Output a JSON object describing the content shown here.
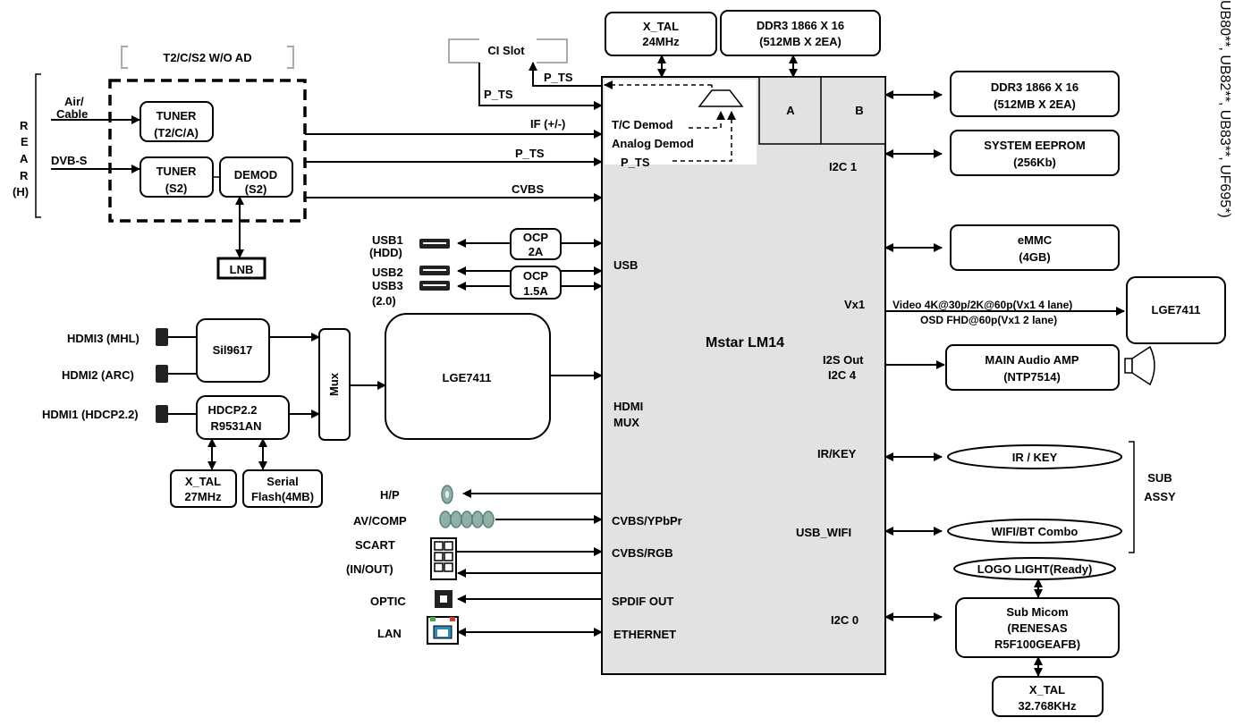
{
  "side_labels": {
    "rear": "REAR",
    "rear_h": "(H)",
    "sub": "SUB",
    "assy": "ASSY"
  },
  "corner_text": "UB80**, UB82**, UB83**, UF695*)",
  "frontend": {
    "group_label": "T2/C/S2 W/O AD",
    "air_cable_1": "Air/",
    "air_cable_2": "Cable",
    "dvbs": "DVB-S",
    "tuner1_1": "TUNER",
    "tuner1_2": "(T2/C/A)",
    "tuner2_1": "TUNER",
    "tuner2_2": "(S2)",
    "demod_1": "DEMOD",
    "demod_2": "(S2)",
    "lnb": "LNB"
  },
  "ci_slot": "CI Slot",
  "signals": {
    "p_ts_top": "P_TS",
    "p_ts_ci": "P_TS",
    "if": "IF (+/-)",
    "p_ts": "P_TS",
    "cvbs": "CVBS"
  },
  "top_blocks": {
    "xtal_1": "X_TAL",
    "xtal_2": "24MHz",
    "ddr_1": "DDR3 1866 X 16",
    "ddr_2": "(512MB X 2EA)"
  },
  "soc": {
    "name": "Mstar LM14",
    "mem_a": "A",
    "mem_b": "B",
    "tc_demod": "T/C Demod",
    "analog_demod": "Analog Demod",
    "p_ts": "P_TS",
    "i2c1": "I2C 1",
    "usb": "USB",
    "vx1": "Vx1",
    "i2s_out": "I2S Out",
    "i2c4": "I2C 4",
    "hdmi": "HDMI",
    "mux": "MUX",
    "ir_key": "IR/KEY",
    "cvbs_ypbpr": "CVBS/YPbPr",
    "usb_wifi": "USB_WIFI",
    "cvbs_rgb": "CVBS/RGB",
    "spdif_out": "SPDIF OUT",
    "i2c0": "I2C 0",
    "ethernet": "ETHERNET"
  },
  "usb": {
    "usb1": "USB1",
    "usb1_hdd": "(HDD)",
    "usb2": "USB2",
    "usb3": "USB3",
    "usb_20": "(2.0)",
    "ocp1_1": "OCP",
    "ocp1_2": "2A",
    "ocp2_1": "OCP",
    "ocp2_2": "1.5A"
  },
  "hdmi": {
    "hdmi3": "HDMI3 (MHL)",
    "hdmi2": "HDMI2 (ARC)",
    "hdmi1": "HDMI1 (HDCP2.2)",
    "sil": "Sil9617",
    "hdcp_1": "HDCP2.2",
    "hdcp_2": "R9531AN",
    "mux": "Mux",
    "lge": "LGE7411",
    "xtal_1": "X_TAL",
    "xtal_2": "27MHz",
    "flash_1": "Serial",
    "flash_2": "Flash(4MB)"
  },
  "io_left": {
    "hp": "H/P",
    "av_comp": "AV/COMP",
    "scart": "SCART",
    "scart_inout": "(IN/OUT)",
    "optic": "OPTIC",
    "lan": "LAN"
  },
  "right": {
    "ddr_1": "DDR3  1866 X 16",
    "ddr_2": "(512MB X 2EA)",
    "eeprom_1": "SYSTEM EEPROM",
    "eeprom_2": "(256Kb)",
    "emmc_1": "eMMC",
    "emmc_2": "(4GB)",
    "video_1": "Video 4K@30p/2K@60p(Vx1 4 lane)",
    "video_2": "OSD FHD@60p(Vx1 2 lane)",
    "lge": "LGE7411",
    "amp_1": "MAIN Audio AMP",
    "amp_2": "(NTP7514)",
    "ir_key": "IR / KEY",
    "wifi": "WIFI/BT Combo",
    "logo": "LOGO LIGHT(Ready)",
    "micom_1": "Sub Micom",
    "micom_2": "(RENESAS",
    "micom_3": "R5F100GEAFB)",
    "xtal_1": "X_TAL",
    "xtal_2": "32.768KHz"
  }
}
